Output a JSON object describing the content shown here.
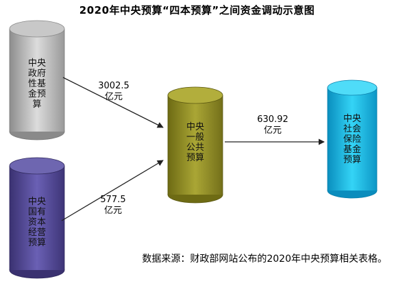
{
  "title": "2020年中央预算“四本预算”之间资金调动示意图",
  "nodes": {
    "gov_fund": {
      "label": "中央\n政府\n性基\n金预\n算",
      "color": "#bcbcbc"
    },
    "soe_capital": {
      "label": "中央\n国有\n资本\n经营\n预算",
      "color": "#5a4f9e"
    },
    "general_public": {
      "label": "中央\n一般\n公共\n预算",
      "color": "#9a962a"
    },
    "social_security": {
      "label": "中央\n社会\n保险\n基金\n预算",
      "color": "#12bde8"
    }
  },
  "flows": {
    "gov_to_general": {
      "amount": "3002.5",
      "unit": "亿元"
    },
    "soe_to_general": {
      "amount": "577.5",
      "unit": "亿元"
    },
    "general_to_social": {
      "amount": "630.92",
      "unit": "亿元"
    }
  },
  "source": "数据来源：财政部网站公布的2020年中央预算相关表格。"
}
